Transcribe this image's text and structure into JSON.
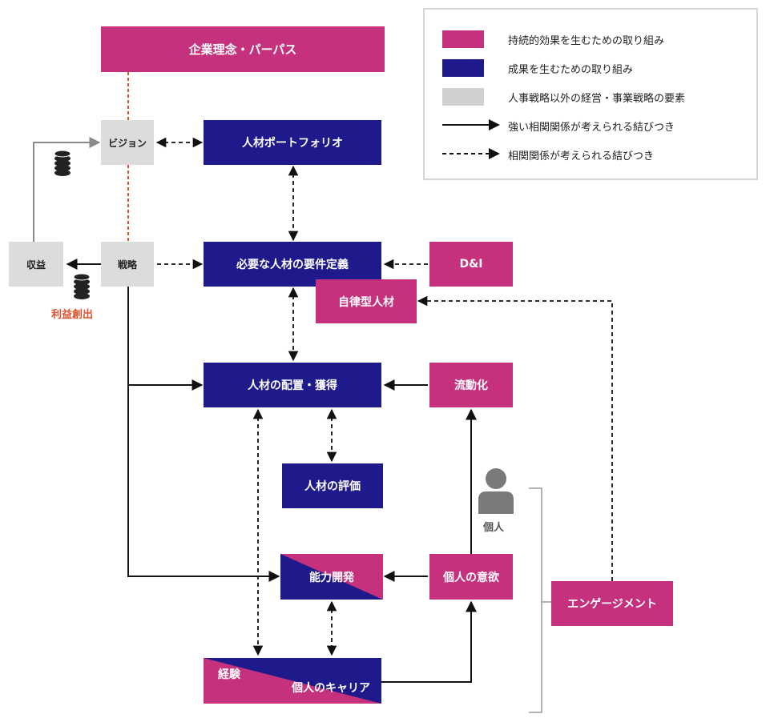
{
  "legend": {
    "items": [
      {
        "label": "持続的効果を生むための取り組み",
        "swatch_color": "#c6317e"
      },
      {
        "label": "成果を生むための取り組み",
        "swatch_color": "#1e1a8c"
      },
      {
        "label": "人事戦略以外の経営・事業戦略の要素",
        "swatch_color": "#d0d0d0"
      },
      {
        "label": "強い相関関係が考えられる結びつき",
        "line": "solid-arrow"
      },
      {
        "label": "相関関係が考えられる結びつき",
        "line": "dashed-arrow"
      }
    ]
  },
  "nodes": {
    "philosophy": "企業理念・パーパス",
    "vision": "ビジョン",
    "strategy": "戦略",
    "revenue": "収益",
    "profit_creation": "利益創出",
    "portfolio": "人材ポートフォリオ",
    "requirements": "必要な人材の要件定義",
    "dei": "D&I",
    "autonomous": "自律型人材",
    "placement": "人材の配置・獲得",
    "mobility": "流動化",
    "evaluation": "人材の評価",
    "individual": "個人",
    "capability": "能力開発",
    "motivation": "個人の意欲",
    "engagement": "エンゲージメント",
    "experience": "経験",
    "career": "個人のキャリア"
  },
  "icons": [
    "coins-icon",
    "coins-icon",
    "person-icon"
  ],
  "colors": {
    "pink": "#c6317e",
    "navy": "#1e1a8c",
    "gray": "#dcdcdc",
    "red_line": "#e0502a",
    "profit_text": "#e0502a"
  }
}
